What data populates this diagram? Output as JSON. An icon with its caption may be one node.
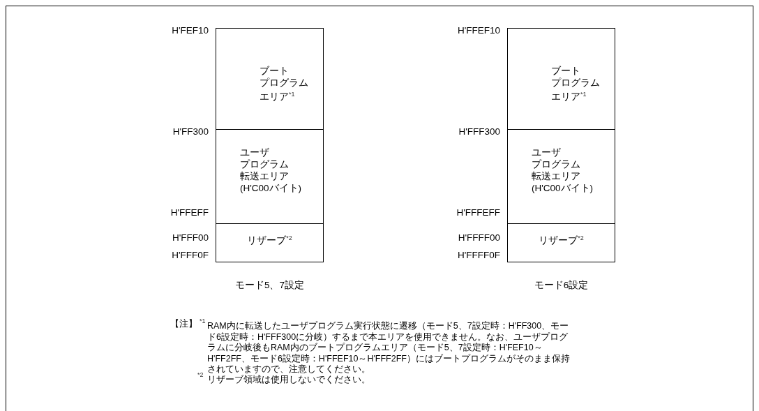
{
  "diagram": {
    "nodes": [
      {
        "text": [
          "ブートプログラムエリア$^{*1}$"
        ]
      },
      {
        "text": [
          "ユーザプログラム転送エリア(H'C00バイト)"
        ]
      },
      {
        "text": [
          "リザーブ$^{*2}$"
        ]
      },
      {
        "text": [
          "ブートプログラムエリア$^{*1}$"
        ]
      },
      {
        "text": [
          "ユーザプログラム転送エリア(H'C00バイト)"
        ]
      },
      {
        "text": [
          "リザーブ$^{*2}$"
        ]
      }
    ],
    "edges": [],
    "labels": [
      "H'FEF10",
      "H'FFEF10",
      "H'FF300",
      "H'FFF300",
      "H'FFEFF",
      "H'FFFEFF",
      "H'FFF00",
      "H'FFFF00",
      "H'FFF0F",
      "H'FFFF0F",
      "モード5、7設定",
      "モード6設定",
      "【注】",
      "$^{*1}$",
      "RAM内に転送したユーザプログラム実行状態に遷移（モード5、7設定時：H'FF300、モード6設定時：H'FFF300に分岐）するまで本エリアを使用できません。なお、ユーザプログラムに分岐後もRAM内のブートプログラムエリア（モード5、7設定時：H'FEF10～H'FF2FF、モード6設定時：H'FFEF10～H'FFF2FF）にはブートプログラムがそのまま保持されていますので、注意してください。",
      "$^{*2}$",
      "リザーブ領域は使用しないでください。"
    ]
  }
}
